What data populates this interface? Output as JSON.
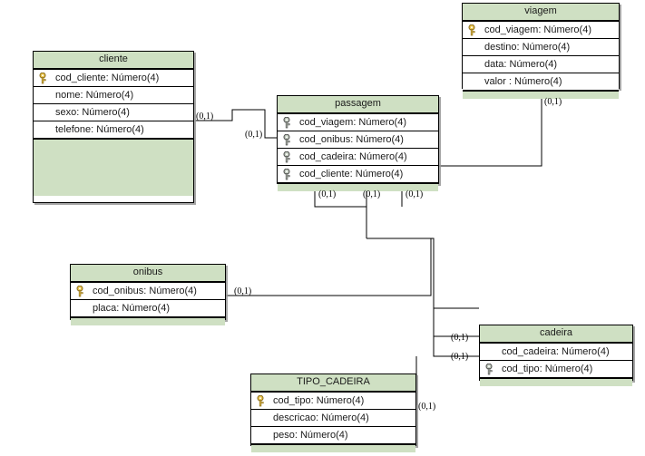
{
  "diagram": {
    "title": "ER diagram",
    "background": "#ffffff",
    "header_color": "#cfe0c3",
    "line_color": "#000000",
    "pk_icon_color": "#e8c34a",
    "fk_icon_color": "#b8c4b2"
  },
  "entities": [
    {
      "id": "cliente",
      "name": "cliente",
      "attributes": [
        {
          "label": "cod_cliente: Número(4)",
          "key": "pk",
          "icon": "key-icon-yellow"
        },
        {
          "label": "nome: Número(4)",
          "key": "none",
          "icon": ""
        },
        {
          "label": "sexo: Número(4)",
          "key": "none",
          "icon": ""
        },
        {
          "label": "telefone: Número(4)",
          "key": "none",
          "icon": ""
        }
      ]
    },
    {
      "id": "viagem",
      "name": "viagem",
      "attributes": [
        {
          "label": "cod_viagem: Número(4)",
          "key": "pk",
          "icon": "key-icon-yellow"
        },
        {
          "label": "destino: Número(4)",
          "key": "none",
          "icon": ""
        },
        {
          "label": "data: Número(4)",
          "key": "none",
          "icon": ""
        },
        {
          "label": "valor : Número(4)",
          "key": "none",
          "icon": ""
        }
      ]
    },
    {
      "id": "passagem",
      "name": "passagem",
      "attributes": [
        {
          "label": "cod_viagem: Número(4)",
          "key": "fk",
          "icon": "key-icon-grey"
        },
        {
          "label": "cod_onibus: Número(4)",
          "key": "fk",
          "icon": "key-icon-grey"
        },
        {
          "label": "cod_cadeira: Número(4)",
          "key": "fk",
          "icon": "key-icon-grey"
        },
        {
          "label": "cod_cliente: Número(4)",
          "key": "fk",
          "icon": "key-icon-grey"
        }
      ]
    },
    {
      "id": "onibus",
      "name": "onibus",
      "attributes": [
        {
          "label": "cod_onibus: Número(4)",
          "key": "pk",
          "icon": "key-icon-yellow"
        },
        {
          "label": "placa: Número(4)",
          "key": "none",
          "icon": ""
        }
      ]
    },
    {
      "id": "cadeira",
      "name": "cadeira",
      "attributes": [
        {
          "label": "cod_cadeira: Número(4)",
          "key": "none",
          "icon": ""
        },
        {
          "label": "cod_tipo: Número(4)",
          "key": "fk",
          "icon": "key-icon-grey"
        }
      ]
    },
    {
      "id": "tipo_cadeira",
      "name": "TIPO_CADEIRA",
      "attributes": [
        {
          "label": "cod_tipo: Número(4)",
          "key": "pk",
          "icon": "key-icon-yellow"
        },
        {
          "label": "descricao: Número(4)",
          "key": "none",
          "icon": ""
        },
        {
          "label": "peso: Número(4)",
          "key": "none",
          "icon": ""
        }
      ]
    }
  ],
  "relationships": [
    {
      "id": "cliente-passagem-left",
      "label": "(0,1)",
      "from": "cliente",
      "to": "passagem"
    },
    {
      "id": "cliente-passagem-right",
      "label": "(0,1)",
      "from": "cliente",
      "to": "passagem"
    },
    {
      "id": "viagem-passagem",
      "label": "(0,1)",
      "from": "viagem",
      "to": "passagem"
    },
    {
      "id": "passagem-onibus",
      "label": "(0,1)",
      "from": "passagem",
      "to": "onibus"
    },
    {
      "id": "passagem-cadeira",
      "label": "(0,1)",
      "from": "passagem",
      "to": "cadeira"
    },
    {
      "id": "passagem-extra",
      "label": "(0,1)",
      "from": "passagem",
      "to": "cadeira"
    },
    {
      "id": "onibus-passagem",
      "label": "(0,1)",
      "from": "onibus",
      "to": "passagem"
    },
    {
      "id": "cadeira-passagem",
      "label": "(0,1)",
      "from": "cadeira",
      "to": "passagem"
    },
    {
      "id": "cadeira-tipo",
      "label": "(0,1)",
      "from": "cadeira",
      "to": "tipo_cadeira"
    },
    {
      "id": "tipo-cadeira-link",
      "label": "(0,1)",
      "from": "tipo_cadeira",
      "to": "cadeira"
    }
  ]
}
